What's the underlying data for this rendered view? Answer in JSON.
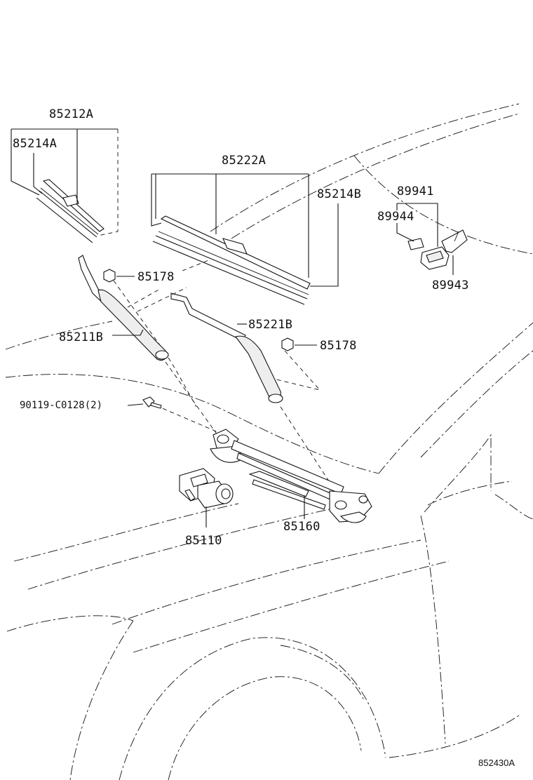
{
  "diagram_id": "852430A",
  "parts": {
    "blade_assy_passenger": "85212A",
    "blade_rubber_passenger": "85214A",
    "blade_assy_driver": "85222A",
    "blade_rubber_driver": "85214B",
    "nut_top": "85178",
    "nut_right": "85178",
    "arm_passenger": "85211B",
    "arm_driver": "85221B",
    "bolt": "90119-C0128(2)",
    "motor": "85110",
    "link": "85160",
    "sensor_assy": "89941",
    "sensor_part_a": "89944",
    "sensor_part_b": "89943"
  }
}
